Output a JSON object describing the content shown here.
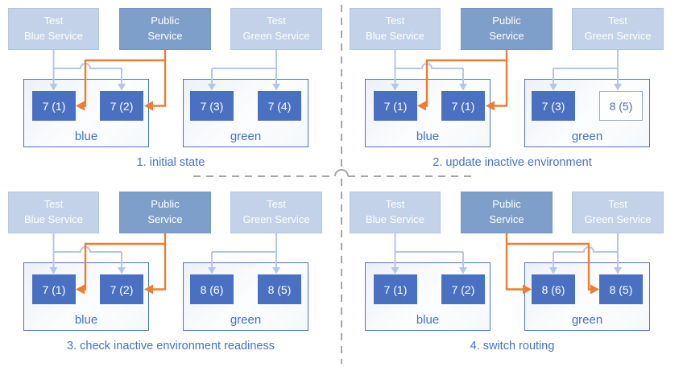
{
  "colors": {
    "accent_blue": "#4472c4",
    "pod_fill": "#4a70c2",
    "service_light_fill": "#c3d2e8",
    "service_public_fill": "#7d9fc9",
    "arrow_light": "#b4c7e7",
    "arrow_orange": "#ed7d31",
    "divider_gray": "#a6a6a6",
    "env_border": "#4e74c0",
    "outlined_pod_border": "#93a5cf",
    "outlined_pod_text": "#4a68ad"
  },
  "quadrants": [
    {
      "caption": "1. initial state",
      "public_route": "blue",
      "services": [
        {
          "line1": "Test",
          "line2": "Blue Service"
        },
        {
          "line1": "Public",
          "line2": "Service"
        },
        {
          "line1": "Test",
          "line2": "Green Service"
        }
      ],
      "environments": [
        {
          "label": "blue",
          "pods": [
            {
              "label": "7 (1)",
              "style": "filled"
            },
            {
              "label": "7 (2)",
              "style": "filled"
            }
          ]
        },
        {
          "label": "green",
          "pods": [
            {
              "label": "7 (3)",
              "style": "filled"
            },
            {
              "label": "7 (4)",
              "style": "filled"
            }
          ]
        }
      ]
    },
    {
      "caption": "2. update inactive environment",
      "public_route": "blue",
      "services": [
        {
          "line1": "Test",
          "line2": "Blue Service"
        },
        {
          "line1": "Public",
          "line2": "Service"
        },
        {
          "line1": "Test",
          "line2": "Green Service"
        }
      ],
      "environments": [
        {
          "label": "blue",
          "pods": [
            {
              "label": "7 (1)",
              "style": "filled"
            },
            {
              "label": "7 (1)",
              "style": "filled"
            }
          ]
        },
        {
          "label": "green",
          "pods": [
            {
              "label": "7 (3)",
              "style": "filled"
            },
            {
              "label": "8 (5)",
              "style": "outlined"
            }
          ]
        }
      ]
    },
    {
      "caption": "3. check inactive environment readiness",
      "public_route": "blue",
      "services": [
        {
          "line1": "Test",
          "line2": "Blue Service"
        },
        {
          "line1": "Public",
          "line2": "Service"
        },
        {
          "line1": "Test",
          "line2": "Green Service"
        }
      ],
      "environments": [
        {
          "label": "blue",
          "pods": [
            {
              "label": "7 (1)",
              "style": "filled"
            },
            {
              "label": "7 (2)",
              "style": "filled"
            }
          ]
        },
        {
          "label": "green",
          "pods": [
            {
              "label": "8 (6)",
              "style": "filled"
            },
            {
              "label": "8 (5)",
              "style": "filled"
            }
          ]
        }
      ]
    },
    {
      "caption": "4. switch routing",
      "public_route": "green",
      "services": [
        {
          "line1": "Test",
          "line2": "Blue Service"
        },
        {
          "line1": "Public",
          "line2": "Service"
        },
        {
          "line1": "Test",
          "line2": "Green Service"
        }
      ],
      "environments": [
        {
          "label": "blue",
          "pods": [
            {
              "label": "7 (1)",
              "style": "filled"
            },
            {
              "label": "7 (2)",
              "style": "filled"
            }
          ]
        },
        {
          "label": "green",
          "pods": [
            {
              "label": "8 (6)",
              "style": "filled"
            },
            {
              "label": "8 (5)",
              "style": "filled"
            }
          ]
        }
      ]
    }
  ]
}
